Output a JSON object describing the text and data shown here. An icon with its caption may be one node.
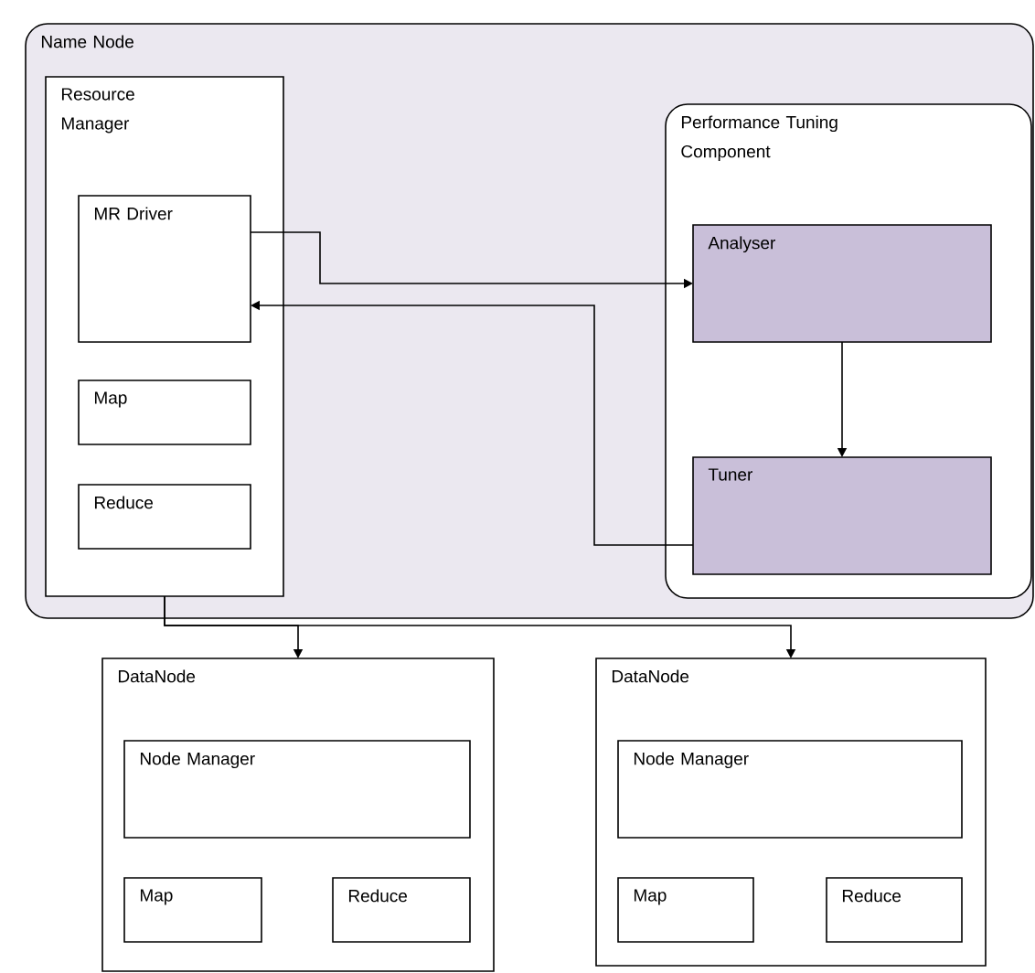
{
  "diagram": {
    "nodes": [
      {
        "text": [
          "Name Node"
        ]
      },
      {
        "text": [
          "Resource Manager"
        ],
        "in": 0
      },
      {
        "text": [
          "MR Driver"
        ],
        "in": 1
      },
      {
        "text": [
          "Map"
        ],
        "in": 1
      },
      {
        "text": [
          "Reduce"
        ],
        "in": 1
      },
      {
        "text": [
          "Performance Tuning Component"
        ],
        "in": 0
      },
      {
        "text": [
          "Analyser"
        ],
        "in": 5
      },
      {
        "text": [
          "Tuner"
        ],
        "in": 5
      },
      {
        "text": [
          "DataNode"
        ]
      },
      {
        "text": [
          "Node Manager"
        ],
        "in": 8
      },
      {
        "text": [
          "Map"
        ],
        "in": 8
      },
      {
        "text": [
          "Reduce"
        ],
        "in": 8
      },
      {
        "text": [
          "DataNode"
        ]
      },
      {
        "text": [
          "Node Manager"
        ],
        "in": 12
      },
      {
        "text": [
          "Map"
        ],
        "in": 12
      },
      {
        "text": [
          "Reduce"
        ],
        "in": 12
      }
    ],
    "edges": [
      {
        "from": 2,
        "to": 6,
        "arrow": "to"
      },
      {
        "from": 7,
        "to": 2,
        "arrow": "to"
      },
      {
        "from": 6,
        "to": 7,
        "arrow": "to"
      },
      {
        "from": 1,
        "to": 8,
        "arrow": "to"
      },
      {
        "from": 1,
        "to": 12,
        "arrow": "to"
      }
    ]
  }
}
